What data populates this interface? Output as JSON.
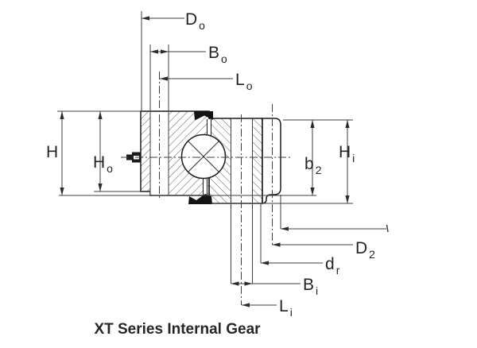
{
  "diagram": {
    "caption": "XT Series Internal Gear",
    "labels": {
      "Do": {
        "main": "D",
        "sub": "o"
      },
      "Bo": {
        "main": "B",
        "sub": "o"
      },
      "Lo": {
        "main": "L",
        "sub": "o"
      },
      "H": {
        "main": "H",
        "sub": ""
      },
      "Ho": {
        "main": "H",
        "sub": "o"
      },
      "Hi": {
        "main": "H",
        "sub": "i"
      },
      "b2": {
        "main": "b",
        "sub": "2"
      },
      "D2": {
        "main": "D",
        "sub": "2"
      },
      "dr": {
        "main": "d",
        "sub": "r"
      },
      "Bi": {
        "main": "B",
        "sub": "i"
      },
      "Li": {
        "main": "L",
        "sub": "i"
      }
    },
    "colors": {
      "background": "#ffffff",
      "part_outline": "#1c1c1c",
      "dimension_line": "#3f3f3f",
      "hatch": "#4a4a4a",
      "seal_fill": "#141414",
      "text": "#242424"
    }
  }
}
